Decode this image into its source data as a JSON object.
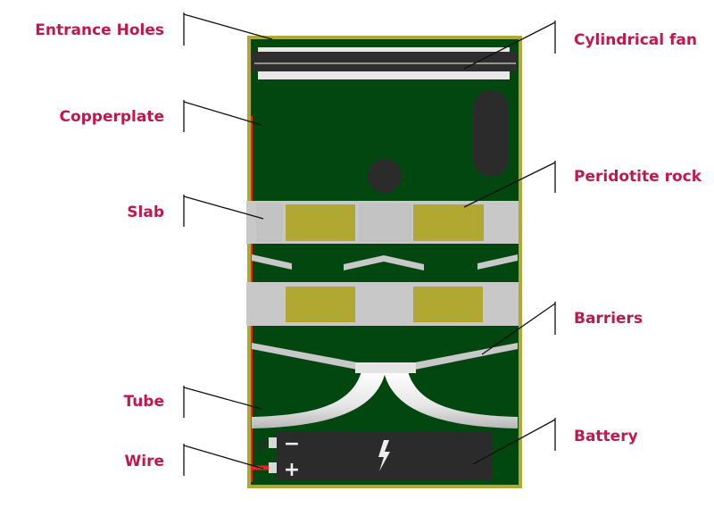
{
  "labels": {
    "entrance_holes": "Entrance Holes",
    "copperplate": "Copperplate",
    "slab": "Slab",
    "tube": "Tube",
    "wire": "Wire",
    "cylindrical_fan": "Cylindrical fan",
    "peridotite_rock": "Peridotite rock",
    "barriers": "Barriers",
    "battery": "Battery"
  },
  "battery": {
    "minus": "−",
    "plus": "+"
  },
  "colors": {
    "label": "#c0184a",
    "frame": "#b0a830",
    "board": "#02470f",
    "slab": "#c8c8c8",
    "rock": "#b0a830",
    "dark": "#2b2b2b",
    "wire": "#ee2222"
  }
}
